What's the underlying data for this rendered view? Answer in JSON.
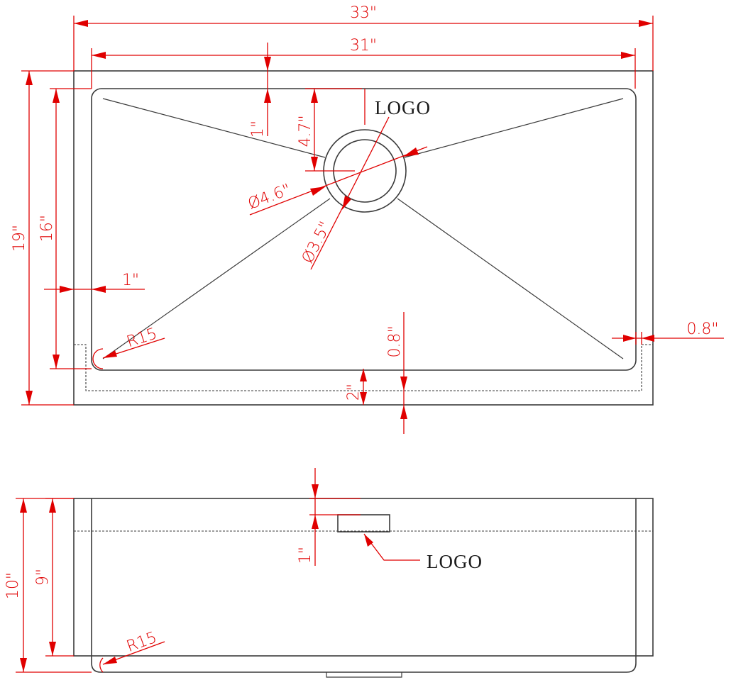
{
  "colors": {
    "object_line": "#3a3a3a",
    "dimension": "#e00000",
    "background": "#ffffff"
  },
  "top_view": {
    "overall_width": "33\"",
    "inner_width": "31\"",
    "overall_depth": "19\"",
    "inner_depth": "16\"",
    "top_margin": "1\"",
    "drain_offset": "4.7\"",
    "drain_outer_diameter": "Ø4.6\"",
    "drain_inner_diameter": "Ø3.5\"",
    "side_margin": "1\"",
    "corner_radius": "R15",
    "front_lip": "0.8\"",
    "side_lip": "0.8\"",
    "apron": "2\"",
    "logo_label": "LOGO"
  },
  "front_view": {
    "overall_height": "10\"",
    "bowl_height": "9\"",
    "logo_offset": "1\"",
    "corner_radius": "R15",
    "logo_label": "LOGO"
  }
}
